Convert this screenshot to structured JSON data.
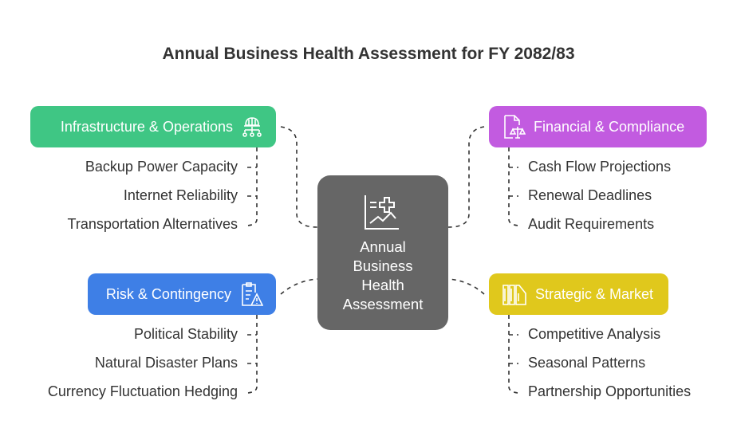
{
  "title": "Annual Business Health Assessment for FY 2082/83",
  "center": {
    "label": "Annual Business Health Assessment",
    "lines": [
      "Annual",
      "Business",
      "Health",
      "Assessment"
    ],
    "icon": "health-chart-icon"
  },
  "categories": [
    {
      "label": "Infrastructure & Operations",
      "color": "#3fc684",
      "icon": "network-helmet-icon",
      "items": [
        "Backup Power Capacity",
        "Internet Reliability",
        "Transportation Alternatives"
      ]
    },
    {
      "label": "Financial & Compliance",
      "color": "#c25be0",
      "icon": "document-scale-icon",
      "items": [
        "Cash Flow Projections",
        "Renewal Deadlines",
        "Audit Requirements"
      ]
    },
    {
      "label": "Risk & Contingency",
      "color": "#3e7fe6",
      "icon": "clipboard-warning-icon",
      "items": [
        "Political Stability",
        "Natural Disaster Plans",
        "Currency Fluctuation Hedging"
      ]
    },
    {
      "label": "Strategic & Market",
      "color": "#e0c81c",
      "icon": "books-icon",
      "items": [
        "Competitive Analysis",
        "Seasonal Patterns",
        "Partnership Opportunities"
      ]
    }
  ]
}
